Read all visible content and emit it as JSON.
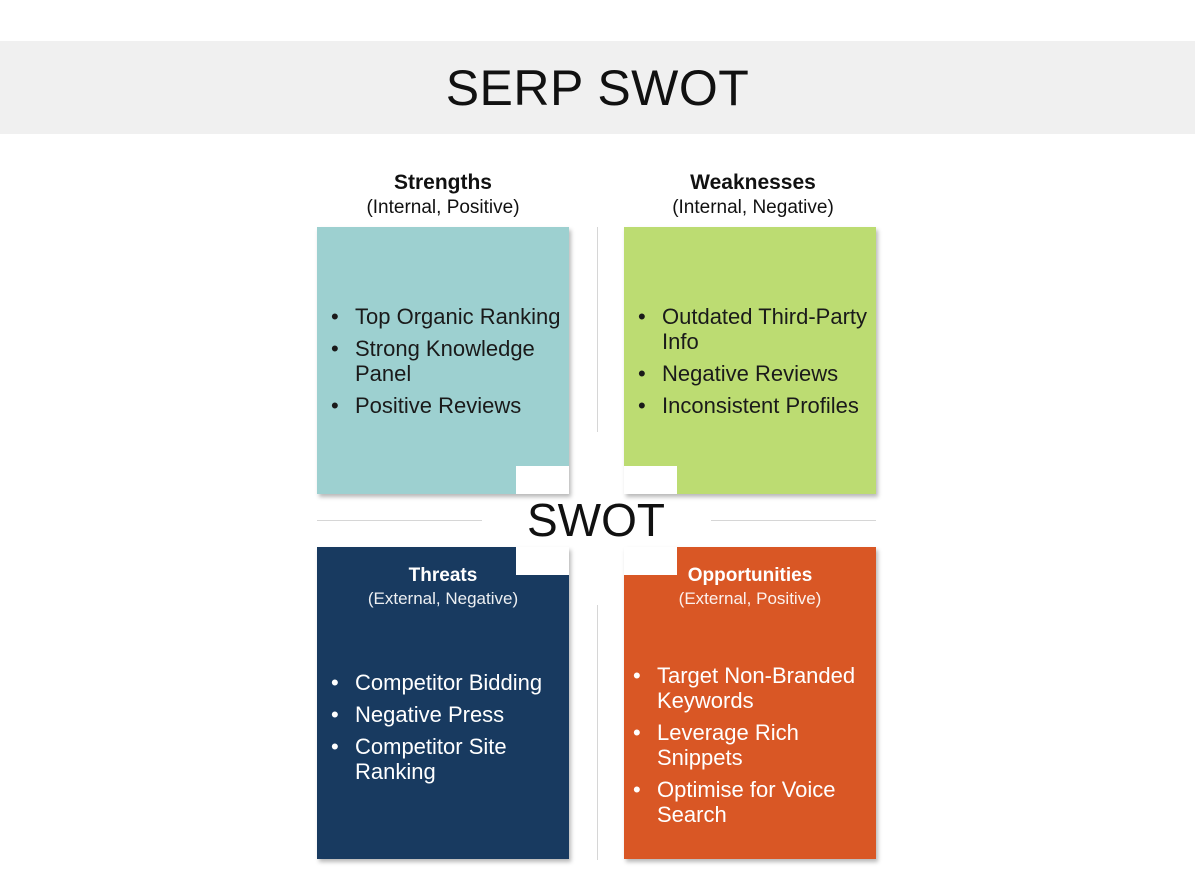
{
  "title": "SERP SWOT",
  "center_label": "SWOT",
  "strengths": {
    "title": "Strengths",
    "subtitle": "(Internal, Positive)",
    "items": [
      "Top Organic Ranking",
      "Strong Knowledge Panel",
      "Positive Reviews"
    ],
    "color": "#9dd0d0"
  },
  "weaknesses": {
    "title": "Weaknesses",
    "subtitle": "(Internal, Negative)",
    "items": [
      "Outdated Third-Party Info",
      "Negative Reviews",
      "Inconsistent Profiles"
    ],
    "color": "#bcdc72"
  },
  "threats": {
    "title": "Threats",
    "subtitle": "(External, Negative)",
    "items": [
      "Competitor Bidding",
      "Negative Press",
      "Competitor Site Ranking"
    ],
    "color": "#183a60"
  },
  "opportunities": {
    "title": "Opportunities",
    "subtitle": "(External, Positive)",
    "items": [
      "Target Non-Branded Keywords",
      "Leverage Rich Snippets",
      "Optimise for Voice Search"
    ],
    "color": "#d95725"
  }
}
